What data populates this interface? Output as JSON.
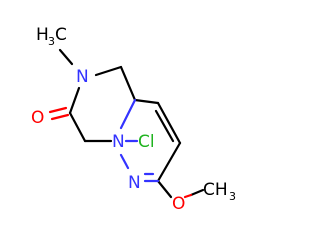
{
  "molecule": {
    "colors": {
      "carbon_bond": "#000000",
      "nitrogen": "#3333ff",
      "oxygen": "#ff0000",
      "chlorine": "#1fb31f",
      "background": "#ffffff"
    },
    "labels": {
      "methyl_top": {
        "main": "H",
        "sub": "3",
        "tail": "C"
      },
      "amide_n": "N",
      "carbonyl_o": "O",
      "amino_n": "N",
      "chloro": "Cl",
      "pyridine_n": "N",
      "ether_o": "O",
      "methyl_right": {
        "main": "CH",
        "sub": "3"
      }
    }
  }
}
